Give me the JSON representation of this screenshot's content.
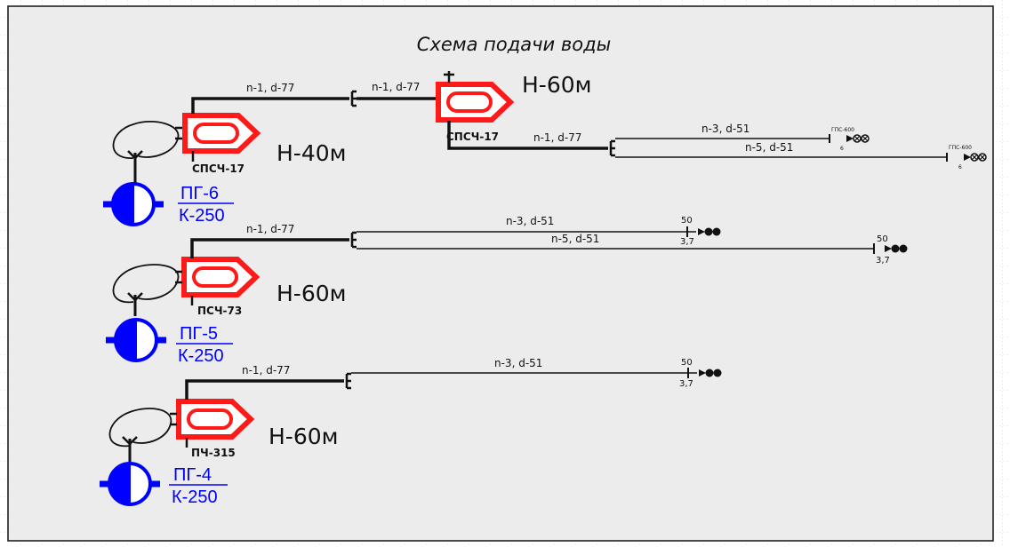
{
  "title": "Схема подачи воды",
  "colors": {
    "truck": "#ff1a1a",
    "hydrant": "#0000ff",
    "line": "#111111",
    "paper": "#ececec"
  },
  "trunk_label": "n-1, d-77",
  "hydrants": [
    {
      "name": "ПГ-6",
      "type": "К-250"
    },
    {
      "name": "ПГ-5",
      "type": "К-250"
    },
    {
      "name": "ПГ-4",
      "type": "К-250"
    }
  ],
  "trucks": [
    {
      "unit": "СПСЧ-17",
      "head": "Н-40м"
    },
    {
      "unit": "СПСЧ-17",
      "head": "Н-60м"
    },
    {
      "unit": "ПСЧ-73",
      "head": "Н-60м"
    },
    {
      "unit": "ПЧ-315",
      "head": "Н-60м"
    }
  ],
  "branch_labels": [
    "n-3, d-51",
    "n-5, d-51"
  ],
  "nozzle_gps": {
    "label": "ГПС-600",
    "value": "6"
  },
  "nozzle_jet": {
    "top": "50",
    "bottom": "3,7"
  }
}
